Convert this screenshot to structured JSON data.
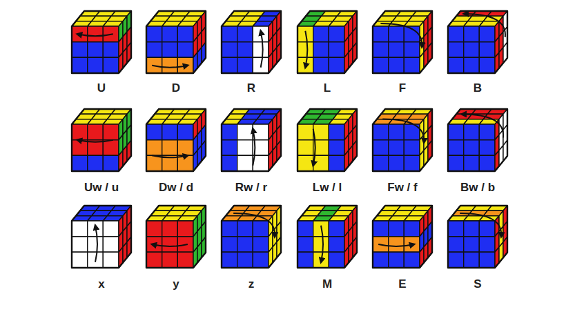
{
  "diagram": {
    "labels": [
      "U",
      "D",
      "R",
      "L",
      "F",
      "B",
      "Uw / u",
      "Dw / d",
      "Rw / r",
      "Lw / l",
      "Fw / f",
      "Bw / b",
      "x",
      "y",
      "z",
      "M",
      "E",
      "S"
    ]
  }
}
